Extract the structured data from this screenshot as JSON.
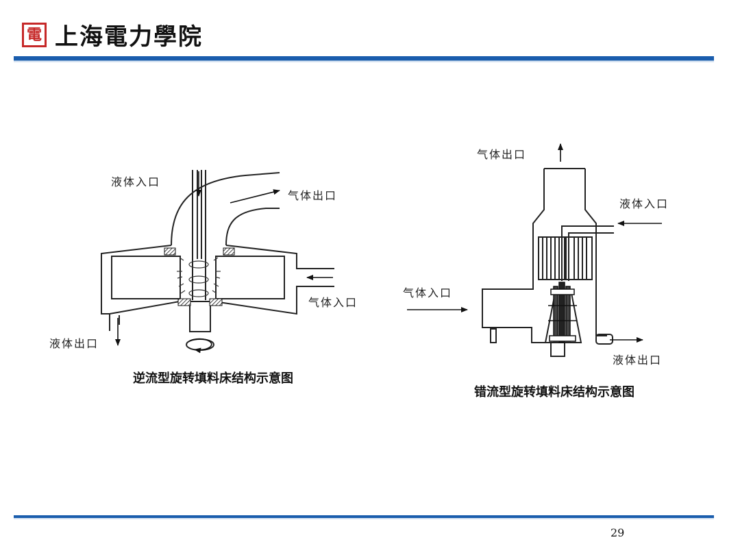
{
  "header": {
    "seal_char": "電",
    "school_name": "上海電力學院"
  },
  "page_number": "29",
  "left_figure": {
    "caption": "逆流型旋转填料床结构示意图",
    "liquid_in": "液体入口",
    "gas_out": "气体出口",
    "gas_in": "气体入口",
    "liquid_out": "液体出口"
  },
  "right_figure": {
    "caption": "错流型旋转填料床结构示意图",
    "gas_out": "气体出口",
    "liquid_in": "液体入口",
    "gas_in": "气体入口",
    "liquid_out": "液体出口"
  },
  "colors": {
    "rule_blue": "#1a5dad",
    "seal_red": "#c62828"
  }
}
